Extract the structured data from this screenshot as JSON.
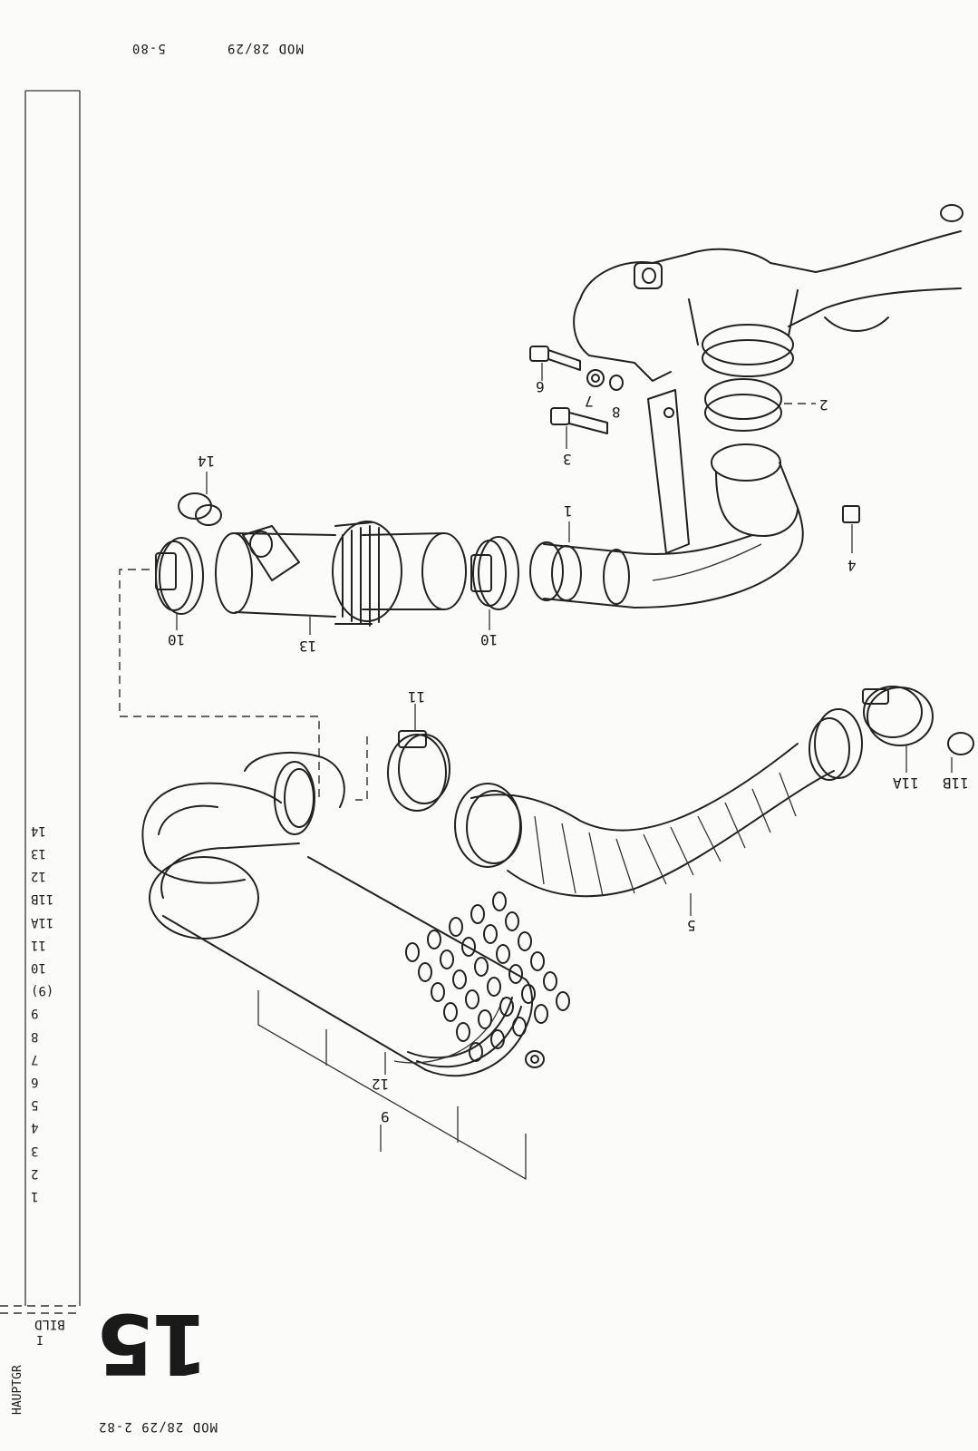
{
  "header_top": {
    "model": "MOD 28/29",
    "date": "5-80"
  },
  "header_bottom": {
    "model_date": "MOD 28/29 2-82"
  },
  "plate_number": "15",
  "side_block": {
    "hauptgr": "HAUPTGR",
    "sep": "I",
    "bild": "BILD"
  },
  "side_numbers": [
    "1",
    "2",
    "3",
    "4",
    "5",
    "6",
    "7",
    "8",
    "9",
    "(9)",
    "10",
    "11",
    "11A",
    "11B",
    "12",
    "13",
    "14"
  ],
  "callouts": {
    "c1": "1",
    "c2": "2",
    "c3": "3",
    "c4": "4",
    "c5": "5",
    "c6": "6",
    "c7": "7",
    "c8": "8",
    "c9": "9",
    "c10a": "10",
    "c10b": "10",
    "c11": "11",
    "c11a": "11A",
    "c11b": "11B",
    "c12": "12",
    "c13": "13",
    "c14": "14"
  }
}
